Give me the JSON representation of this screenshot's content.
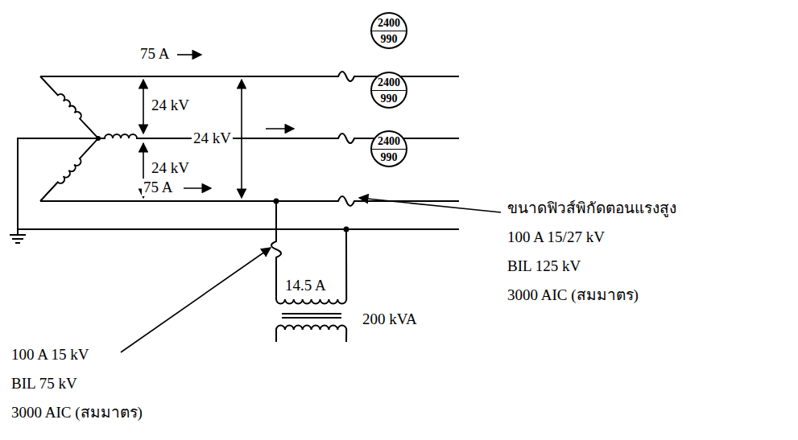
{
  "diagram": {
    "nodes": [
      {
        "text": [
          "2400",
          "990"
        ]
      },
      {
        "text": [
          "2400",
          "990"
        ]
      },
      {
        "text": [
          "2400",
          "990"
        ]
      }
    ],
    "labels": [
      "75 A",
      "24 kV",
      "24 kV",
      "24 kV",
      "75 A",
      "ขนาดฟิวส์พิกัดตอนแรงสูง",
      "100 A 15/27 kV",
      "BIL 125 kV",
      "3000 AIC (สมมาตร)",
      "14.5 A",
      "200 kVA",
      "100 A 15 kV",
      "BIL 75 kV",
      "3000 AIC (สมมาตร)"
    ]
  }
}
